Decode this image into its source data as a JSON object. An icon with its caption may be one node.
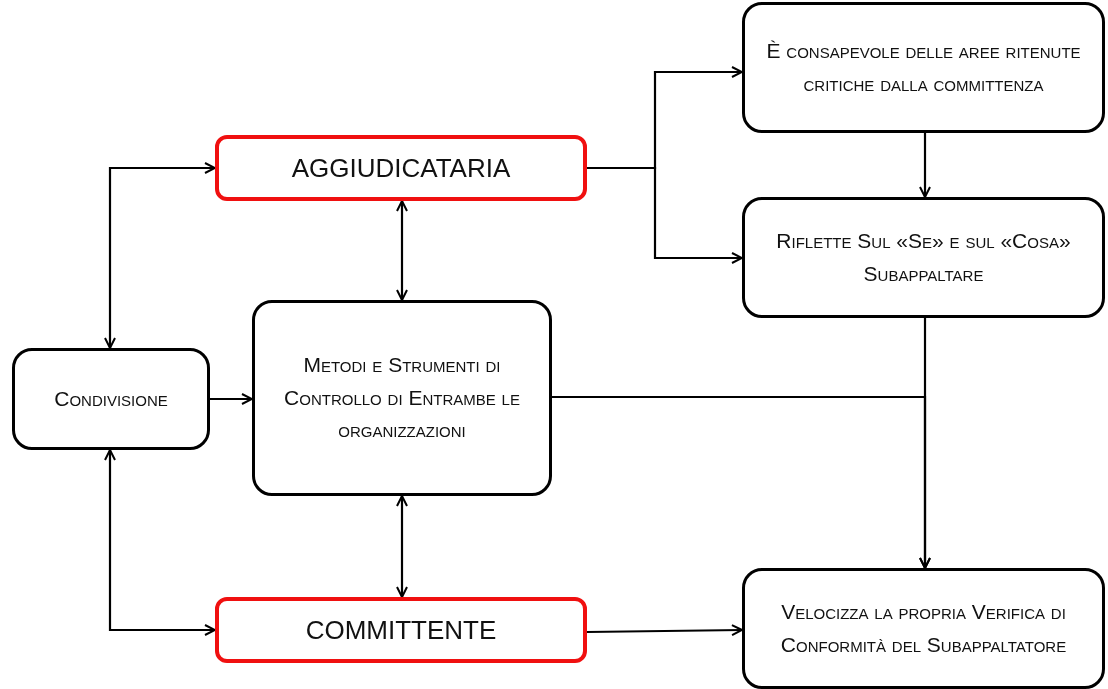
{
  "diagram": {
    "nodes": [
      {
        "text": [
          "AGGIUDICATARIA"
        ]
      },
      {
        "text": [
          "È consapevole delle aree ritenute critiche dalla committenza"
        ]
      },
      {
        "text": [
          "Riflette Sul «Se» e sul «Cosa» Subappaltare"
        ]
      },
      {
        "text": [
          "Condivisione"
        ]
      },
      {
        "text": [
          "Metodi e Strumenti di Controllo di Entrambe le organizzazioni"
        ]
      },
      {
        "text": [
          "COMMITTENTE"
        ]
      },
      {
        "text": [
          "Velocizza la propria Verifica di Conformità del Subappaltatore"
        ]
      }
    ],
    "edges": [
      {
        "from": 0,
        "to": 1,
        "arrow": "to"
      },
      {
        "from": 0,
        "to": 2,
        "arrow": "to"
      },
      {
        "from": 1,
        "to": 2,
        "arrow": "to"
      },
      {
        "from": 0,
        "to": 4,
        "arrow": "both"
      },
      {
        "from": 3,
        "to": 0,
        "arrow": "both"
      },
      {
        "from": 3,
        "to": 5,
        "arrow": "both"
      },
      {
        "from": 3,
        "to": 4,
        "arrow": "to"
      },
      {
        "from": 4,
        "to": 5,
        "arrow": "both"
      },
      {
        "from": 2,
        "to": 6,
        "arrow": "to"
      },
      {
        "from": 4,
        "to": 6,
        "arrow": "to"
      },
      {
        "from": 5,
        "to": 6,
        "arrow": "to"
      }
    ]
  }
}
